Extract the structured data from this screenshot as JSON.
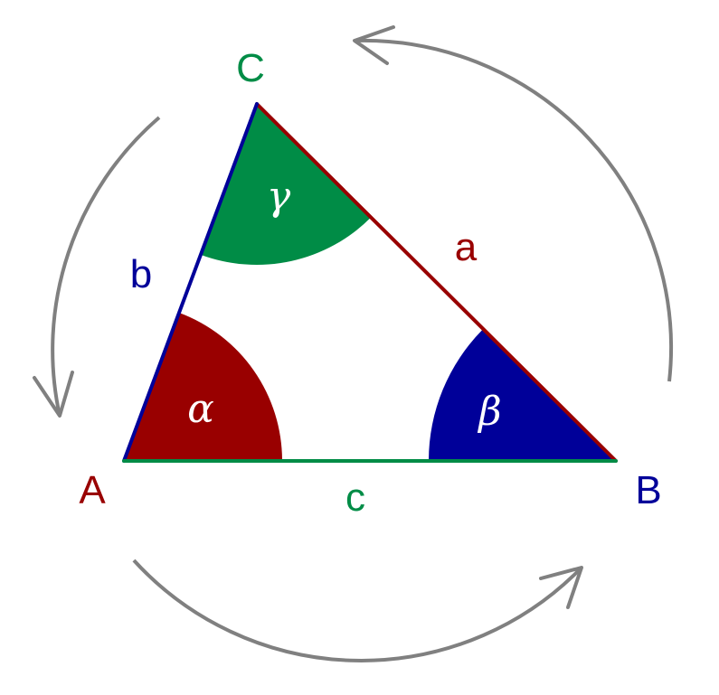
{
  "colors": {
    "red": "#990000",
    "blue": "#000099",
    "green": "#008c46",
    "arrow": "#808080"
  },
  "vertices": {
    "A": "A",
    "B": "B",
    "C": "C"
  },
  "sides": {
    "a": "a",
    "b": "b",
    "c": "c"
  },
  "angles": {
    "alpha": "α",
    "beta": "β",
    "gamma": "γ"
  }
}
